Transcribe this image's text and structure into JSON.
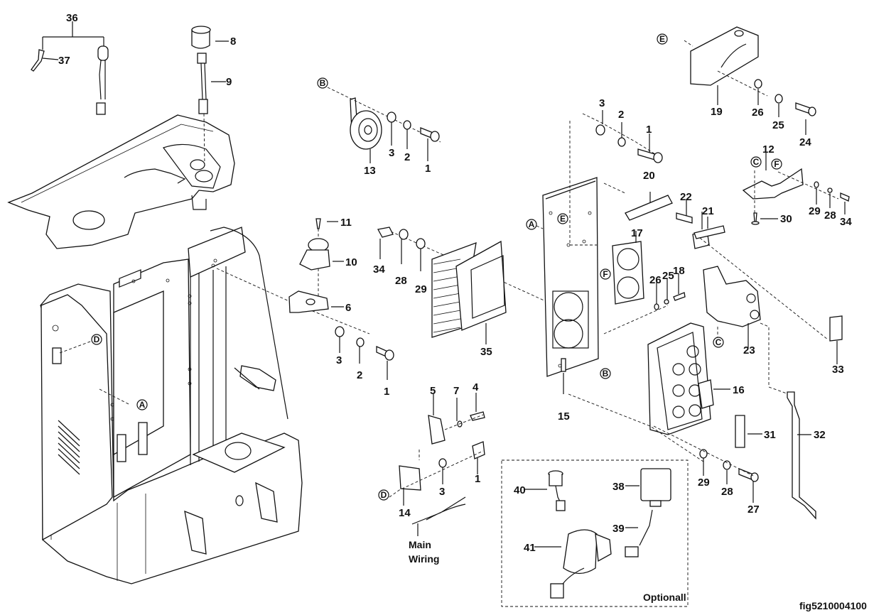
{
  "figure": {
    "id_label": "fig5210004100",
    "optional_box_label": "Optionall",
    "main_wiring_label": [
      "Main",
      "Wiring"
    ]
  },
  "callouts": [
    {
      "id": "c36",
      "text": "36"
    },
    {
      "id": "c37",
      "text": "37"
    },
    {
      "id": "c8",
      "text": "8"
    },
    {
      "id": "c9",
      "text": "9"
    },
    {
      "id": "c13",
      "text": "13"
    },
    {
      "id": "c3a",
      "text": "3"
    },
    {
      "id": "c2a",
      "text": "2"
    },
    {
      "id": "c1a",
      "text": "1"
    },
    {
      "id": "c11",
      "text": "11"
    },
    {
      "id": "c10",
      "text": "10"
    },
    {
      "id": "c6",
      "text": "6"
    },
    {
      "id": "c3b",
      "text": "3"
    },
    {
      "id": "c2b",
      "text": "2"
    },
    {
      "id": "c1b",
      "text": "1"
    },
    {
      "id": "c34a",
      "text": "34"
    },
    {
      "id": "c28a",
      "text": "28"
    },
    {
      "id": "c29a",
      "text": "29"
    },
    {
      "id": "c35",
      "text": "35"
    },
    {
      "id": "c5",
      "text": "5"
    },
    {
      "id": "c7",
      "text": "7"
    },
    {
      "id": "c4",
      "text": "4"
    },
    {
      "id": "c1c",
      "text": "1"
    },
    {
      "id": "c3c",
      "text": "3"
    },
    {
      "id": "c14",
      "text": "14"
    },
    {
      "id": "c3d",
      "text": "3"
    },
    {
      "id": "c2d",
      "text": "2"
    },
    {
      "id": "c1d",
      "text": "1"
    },
    {
      "id": "c20",
      "text": "20"
    },
    {
      "id": "c22",
      "text": "22"
    },
    {
      "id": "c21",
      "text": "21"
    },
    {
      "id": "c17",
      "text": "17"
    },
    {
      "id": "c26a",
      "text": "26"
    },
    {
      "id": "c25a",
      "text": "25"
    },
    {
      "id": "c18",
      "text": "18"
    },
    {
      "id": "c15",
      "text": "15"
    },
    {
      "id": "c16",
      "text": "16"
    },
    {
      "id": "c23",
      "text": "23"
    },
    {
      "id": "c33",
      "text": "33"
    },
    {
      "id": "c31",
      "text": "31"
    },
    {
      "id": "c32",
      "text": "32"
    },
    {
      "id": "c29b",
      "text": "29"
    },
    {
      "id": "c28b",
      "text": "28"
    },
    {
      "id": "c27",
      "text": "27"
    },
    {
      "id": "c19",
      "text": "19"
    },
    {
      "id": "c26b",
      "text": "26"
    },
    {
      "id": "c25b",
      "text": "25"
    },
    {
      "id": "c24",
      "text": "24"
    },
    {
      "id": "c12",
      "text": "12"
    },
    {
      "id": "c29c",
      "text": "29"
    },
    {
      "id": "c28c",
      "text": "28"
    },
    {
      "id": "c34b",
      "text": "34"
    },
    {
      "id": "c30",
      "text": "30"
    },
    {
      "id": "c40",
      "text": "40"
    },
    {
      "id": "c38",
      "text": "38"
    },
    {
      "id": "c39",
      "text": "39"
    },
    {
      "id": "c41",
      "text": "41"
    }
  ],
  "reference_markers": {
    "A": "A",
    "B": "B",
    "C": "C",
    "D": "D",
    "E": "E",
    "F": "F"
  }
}
